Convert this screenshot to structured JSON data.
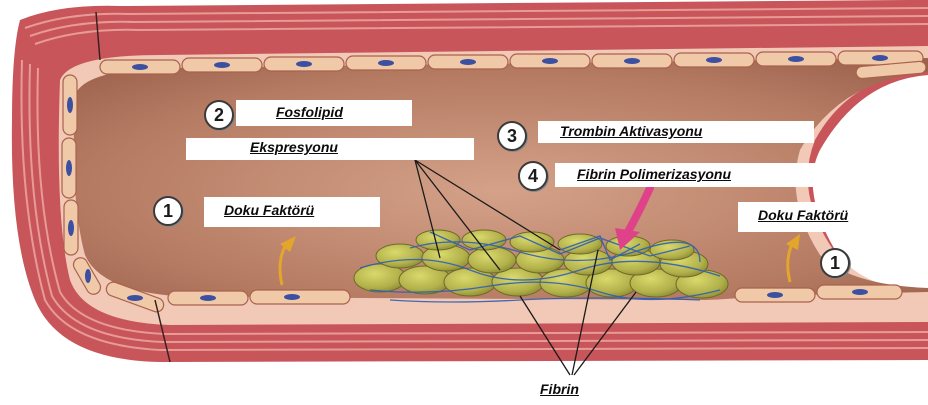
{
  "labels": {
    "fosfolipid": "Fosfolipid",
    "ekspresyonu": "Ekspresyonu",
    "trombin": "Trombin Aktivasyonu",
    "fibrin_pol": "Fibrin Polimerizasyonu",
    "doku_left": "Doku Faktörü",
    "doku_right": "Doku Faktörü",
    "fibrin": "Fibrin"
  },
  "numbers": {
    "n1_left": "1",
    "n2": "2",
    "n3": "3",
    "n4": "4",
    "n1_right": "1"
  },
  "colors": {
    "vessel_wall_outer": "#c8555a",
    "vessel_wall_stripe": "#e07f7f",
    "lumen": "#b57a62",
    "lumen_light": "#cf9a80",
    "endothelial_cell": "#f0c9a8",
    "nucleus": "#3c4fa0",
    "platelet": "#b9b84a",
    "fibrin_mesh": "#2f5fb3",
    "arrow_yellow": "#e4a52b",
    "arrow_pink": "#e0428a"
  }
}
